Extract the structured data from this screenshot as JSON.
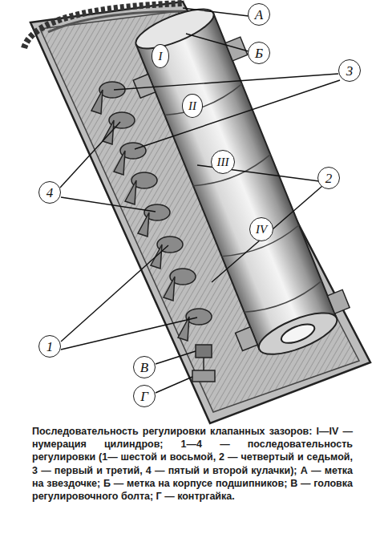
{
  "diagram": {
    "caption": "Последовательность регулировки клапанных зазоров: I—IV — нумерация цилиндров; 1—4 — последовательность регулировки (1— шестой и восьмой, 2 — четвертый и седьмой, 3 — первый и третий, 4 — пятый и второй кулачки); А — метка на звездочке; Б — метка на корпусе подшипников; В — головка регулировочного болта; Г — контргайка.",
    "nodes": [
      {
        "text": [
          "А"
        ]
      },
      {
        "text": [
          "Б"
        ]
      },
      {
        "text": [
          "I"
        ]
      },
      {
        "text": [
          "3"
        ]
      },
      {
        "text": [
          "II"
        ]
      },
      {
        "text": [
          "4"
        ]
      },
      {
        "text": [
          "III"
        ]
      },
      {
        "text": [
          "2"
        ]
      },
      {
        "text": [
          "IV"
        ]
      },
      {
        "text": [
          "1"
        ]
      },
      {
        "text": [
          "В"
        ]
      },
      {
        "text": [
          "Г"
        ]
      }
    ]
  }
}
